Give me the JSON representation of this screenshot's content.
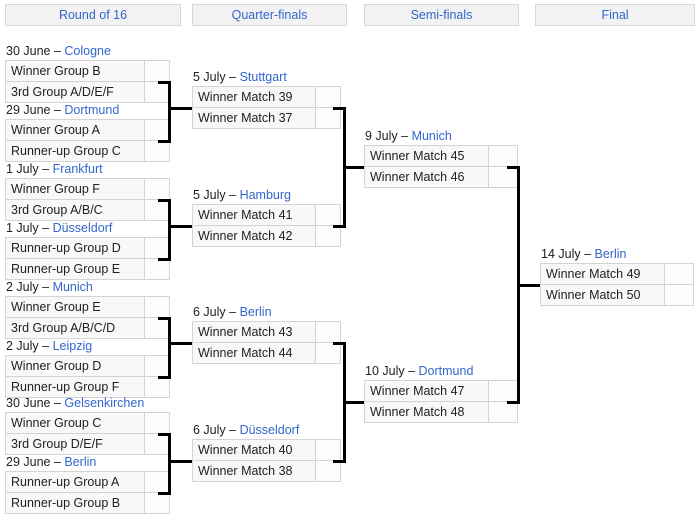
{
  "title": "UEFA tournament knockout bracket",
  "colors": {
    "link": "#3366cc",
    "header_bg": "#f2f2f2",
    "cell_bg": "#f8f8f8",
    "border": "#d4d4d4",
    "connector": "#000000",
    "text": "#202122"
  },
  "rounds": [
    {
      "label": "Round of 16"
    },
    {
      "label": "Quarter-finals"
    },
    {
      "label": "Semi-finals"
    },
    {
      "label": "Final"
    }
  ],
  "separator": "–",
  "round_of_16": [
    {
      "date": "30 June",
      "venue": "Cologne",
      "teams": [
        "Winner Group B",
        "3rd Group A/D/E/F"
      ],
      "scores": [
        "",
        ""
      ]
    },
    {
      "date": "29 June",
      "venue": "Dortmund",
      "teams": [
        "Winner Group A",
        "Runner-up Group C"
      ],
      "scores": [
        "",
        ""
      ]
    },
    {
      "date": "1 July",
      "venue": "Frankfurt",
      "teams": [
        "Winner Group F",
        "3rd Group A/B/C"
      ],
      "scores": [
        "",
        ""
      ]
    },
    {
      "date": "1 July",
      "venue": "Düsseldorf",
      "teams": [
        "Runner-up Group D",
        "Runner-up Group E"
      ],
      "scores": [
        "",
        ""
      ]
    },
    {
      "date": "2 July",
      "venue": "Munich",
      "teams": [
        "Winner Group E",
        "3rd Group A/B/C/D"
      ],
      "scores": [
        "",
        ""
      ]
    },
    {
      "date": "2 July",
      "venue": "Leipzig",
      "teams": [
        "Winner Group D",
        "Runner-up Group F"
      ],
      "scores": [
        "",
        ""
      ]
    },
    {
      "date": "30 June",
      "venue": "Gelsenkirchen",
      "teams": [
        "Winner Group C",
        "3rd Group D/E/F"
      ],
      "scores": [
        "",
        ""
      ]
    },
    {
      "date": "29 June",
      "venue": "Berlin",
      "teams": [
        "Runner-up Group A",
        "Runner-up Group B"
      ],
      "scores": [
        "",
        ""
      ]
    }
  ],
  "quarter_finals": [
    {
      "date": "5 July",
      "venue": "Stuttgart",
      "teams": [
        "Winner Match 39",
        "Winner Match 37"
      ],
      "scores": [
        "",
        ""
      ]
    },
    {
      "date": "5 July",
      "venue": "Hamburg",
      "teams": [
        "Winner Match 41",
        "Winner Match 42"
      ],
      "scores": [
        "",
        ""
      ]
    },
    {
      "date": "6 July",
      "venue": "Berlin",
      "teams": [
        "Winner Match 43",
        "Winner Match 44"
      ],
      "scores": [
        "",
        ""
      ]
    },
    {
      "date": "6 July",
      "venue": "Düsseldorf",
      "teams": [
        "Winner Match 40",
        "Winner Match 38"
      ],
      "scores": [
        "",
        ""
      ]
    }
  ],
  "semi_finals": [
    {
      "date": "9 July",
      "venue": "Munich",
      "teams": [
        "Winner Match 45",
        "Winner Match 46"
      ],
      "scores": [
        "",
        ""
      ]
    },
    {
      "date": "10 July",
      "venue": "Dortmund",
      "teams": [
        "Winner Match 47",
        "Winner Match 48"
      ],
      "scores": [
        "",
        ""
      ]
    }
  ],
  "final": [
    {
      "date": "14 July",
      "venue": "Berlin",
      "teams": [
        "Winner Match 49",
        "Winner Match 50"
      ],
      "scores": [
        "",
        ""
      ]
    }
  ]
}
